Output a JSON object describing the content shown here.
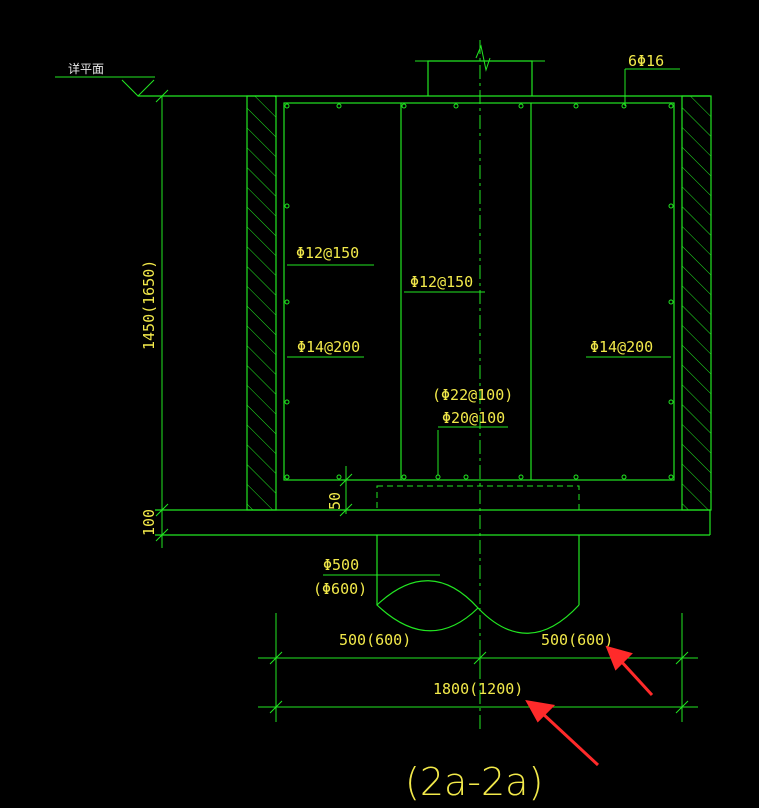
{
  "labels": {
    "ground_level": "详平面",
    "top_bars": "6Φ16",
    "height": "1450(1650)",
    "bar_left_horizontal": "Φ12@150",
    "bar_center_vertical": "Φ12@150",
    "bar_left_lower": "Φ14@200",
    "bar_right_lower": "Φ14@200",
    "bar_bottom_alt": "(Φ22@100)",
    "bar_bottom": "Φ20@100",
    "dim_50": "50",
    "dim_100": "100",
    "pile_dia": "Φ500",
    "pile_dia_alt": "(Φ600)",
    "dim_left": "500(600)",
    "dim_right": "500(600)",
    "dim_total": "1800(1200)",
    "section_title": "(2a-2a)"
  },
  "colors": {
    "line": "#22e622",
    "text": "#f2e94a",
    "annotation_arrow": "#ff2a2a"
  }
}
